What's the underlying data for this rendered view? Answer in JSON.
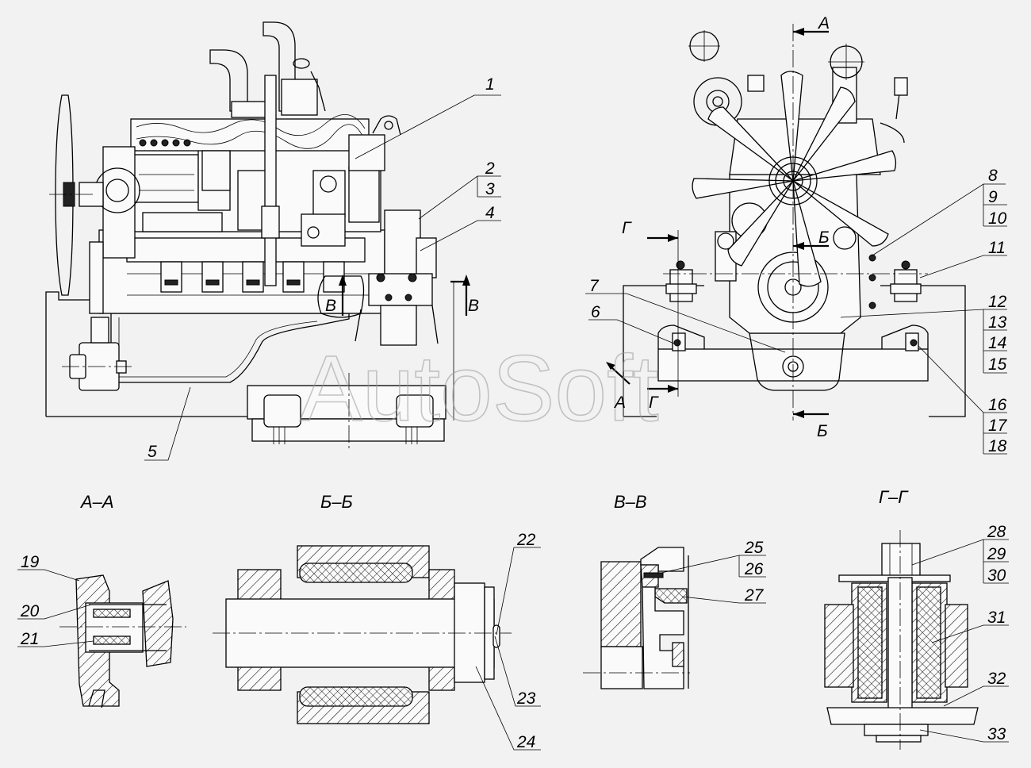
{
  "watermark": "AutoSoft",
  "section_titles": {
    "a": "А–А",
    "b": "Б–Б",
    "v": "В–В",
    "g": "Г–Г"
  },
  "section_markers": {
    "a": "А",
    "b": "Б",
    "v": "В",
    "g": "Г"
  },
  "callouts": [
    "1",
    "2",
    "3",
    "4",
    "5",
    "6",
    "7",
    "8",
    "9",
    "10",
    "11",
    "12",
    "13",
    "14",
    "15",
    "16",
    "17",
    "18",
    "19",
    "20",
    "21",
    "22",
    "23",
    "24",
    "25",
    "26",
    "27",
    "28",
    "29",
    "30",
    "31",
    "32",
    "33"
  ]
}
